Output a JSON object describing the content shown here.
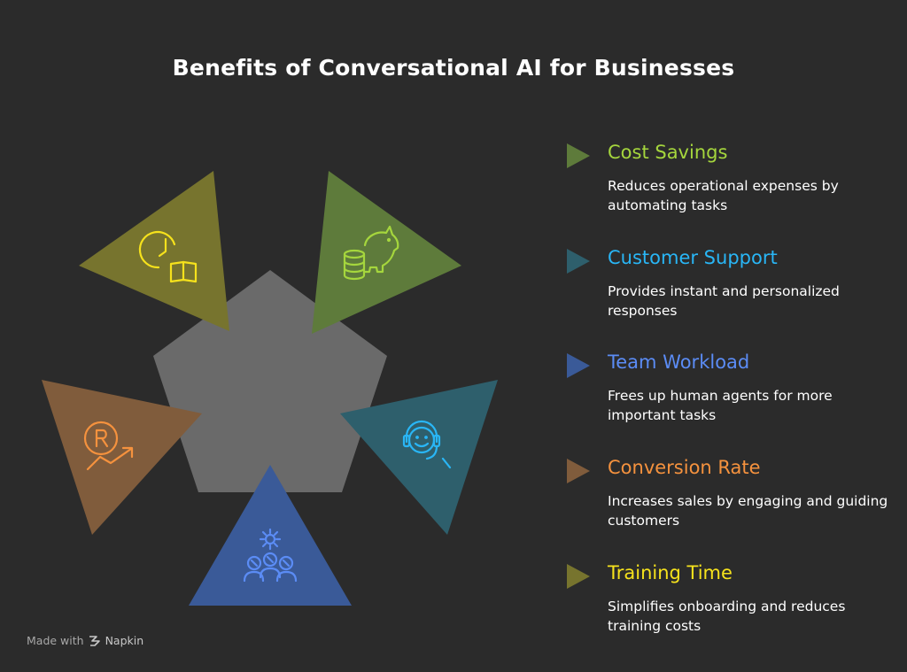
{
  "title": "Benefits of Conversational AI for Businesses",
  "items": [
    {
      "heading": "Cost Savings",
      "desc": "Reduces operational expenses by automating tasks",
      "color": "#a5d63d",
      "marker_color": "#5e7b3b",
      "icon": "piggy-bank-coins-icon"
    },
    {
      "heading": "Customer Support",
      "desc": "Provides instant and personalized responses",
      "color": "#29b6f6",
      "marker_color": "#2e5f6c",
      "icon": "headset-support-icon"
    },
    {
      "heading": "Team Workload",
      "desc": "Frees up human agents for more important tasks",
      "color": "#5b8cf5",
      "marker_color": "#3a5a98",
      "icon": "team-gear-icon"
    },
    {
      "heading": "Conversion Rate",
      "desc": "Increases sales by engaging and guiding customers",
      "color": "#f5923e",
      "marker_color": "#805c3c",
      "icon": "rupee-growth-icon"
    },
    {
      "heading": "Training Time",
      "desc": "Simplifies onboarding and reduces training costs",
      "color": "#f6e21c",
      "marker_color": "#77742e",
      "icon": "clock-book-icon"
    }
  ],
  "footer": {
    "made_with": "Made with",
    "brand": "Napkin"
  }
}
